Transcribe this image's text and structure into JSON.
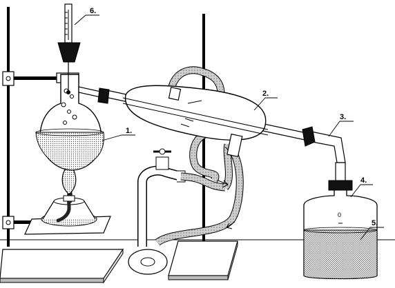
{
  "labels": {
    "flask": "1.",
    "condenser": "2.",
    "adapter": "3.",
    "receiver": "4.",
    "distillate": "5.",
    "thermometer": "6."
  },
  "receiver_mark": "0",
  "colors": {
    "line": "#000000",
    "glass": "#ffffff",
    "liquid": "#c8c8c8",
    "hose": "#b4b4b4",
    "stopper": "#111111"
  }
}
